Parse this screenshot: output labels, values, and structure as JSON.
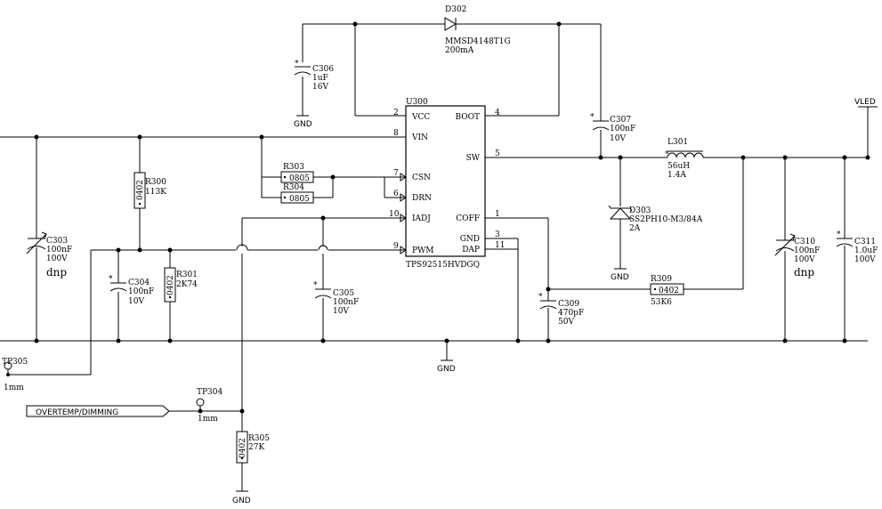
{
  "ic": {
    "ref": "U300",
    "part": "TPS92515HVDGQ",
    "pins": {
      "vcc": {
        "name": "VCC",
        "num": "2"
      },
      "vin": {
        "name": "VIN",
        "num": "8"
      },
      "csn": {
        "name": "CSN",
        "num": "7"
      },
      "drn": {
        "name": "DRN",
        "num": "6"
      },
      "iadj": {
        "name": "IADJ",
        "num": "10"
      },
      "pwm": {
        "name": "PWM",
        "num": "9"
      },
      "boot": {
        "name": "BOOT",
        "num": "4"
      },
      "sw": {
        "name": "SW",
        "num": "5"
      },
      "coff": {
        "name": "COFF",
        "num": "1"
      },
      "gnd": {
        "name": "GND",
        "num": "3"
      },
      "dap": {
        "name": "DAP",
        "num": "11"
      }
    }
  },
  "components": {
    "d302": {
      "ref": "D302",
      "value": "MMSD4148T1G",
      "rating": "200mA"
    },
    "c306": {
      "ref": "C306",
      "value": "1uF",
      "rating": "16V"
    },
    "c307": {
      "ref": "C307",
      "value": "100nF",
      "rating": "10V"
    },
    "r300": {
      "ref": "R300",
      "value": "113K",
      "pkg": "0402"
    },
    "r303": {
      "ref": "R303",
      "pkg": "0805"
    },
    "r304": {
      "ref": "R304",
      "pkg": "0805"
    },
    "c303": {
      "ref": "C303",
      "value": "100nF",
      "rating": "100V",
      "note": "dnp"
    },
    "c304": {
      "ref": "C304",
      "value": "100nF",
      "rating": "10V"
    },
    "r301": {
      "ref": "R301",
      "value": "2K74",
      "pkg": "0402"
    },
    "c305": {
      "ref": "C305",
      "value": "100nF",
      "rating": "10V"
    },
    "l301": {
      "ref": "L301",
      "value": "56uH",
      "rating": "1.4A"
    },
    "d303": {
      "ref": "D303",
      "value": "SS2PH10-M3/84A",
      "rating": "2A"
    },
    "r309": {
      "ref": "R309",
      "value": "53K6",
      "pkg": "0402"
    },
    "c309": {
      "ref": "C309",
      "value": "470pF",
      "rating": "50V"
    },
    "c310": {
      "ref": "C310",
      "value": "100nF",
      "rating": "100V",
      "note": "dnp"
    },
    "c311": {
      "ref": "C311",
      "value": "1.0uF",
      "rating": "100V"
    },
    "r305": {
      "ref": "R305",
      "value": "27K",
      "pkg": "0402"
    },
    "tp305": {
      "ref": "TP305",
      "size": "1mm"
    },
    "tp304": {
      "ref": "TP304",
      "size": "1mm"
    }
  },
  "nets": {
    "gnd": "GND",
    "vled": "VLED",
    "overtemp": "OVERTEMP/DIMMING"
  }
}
